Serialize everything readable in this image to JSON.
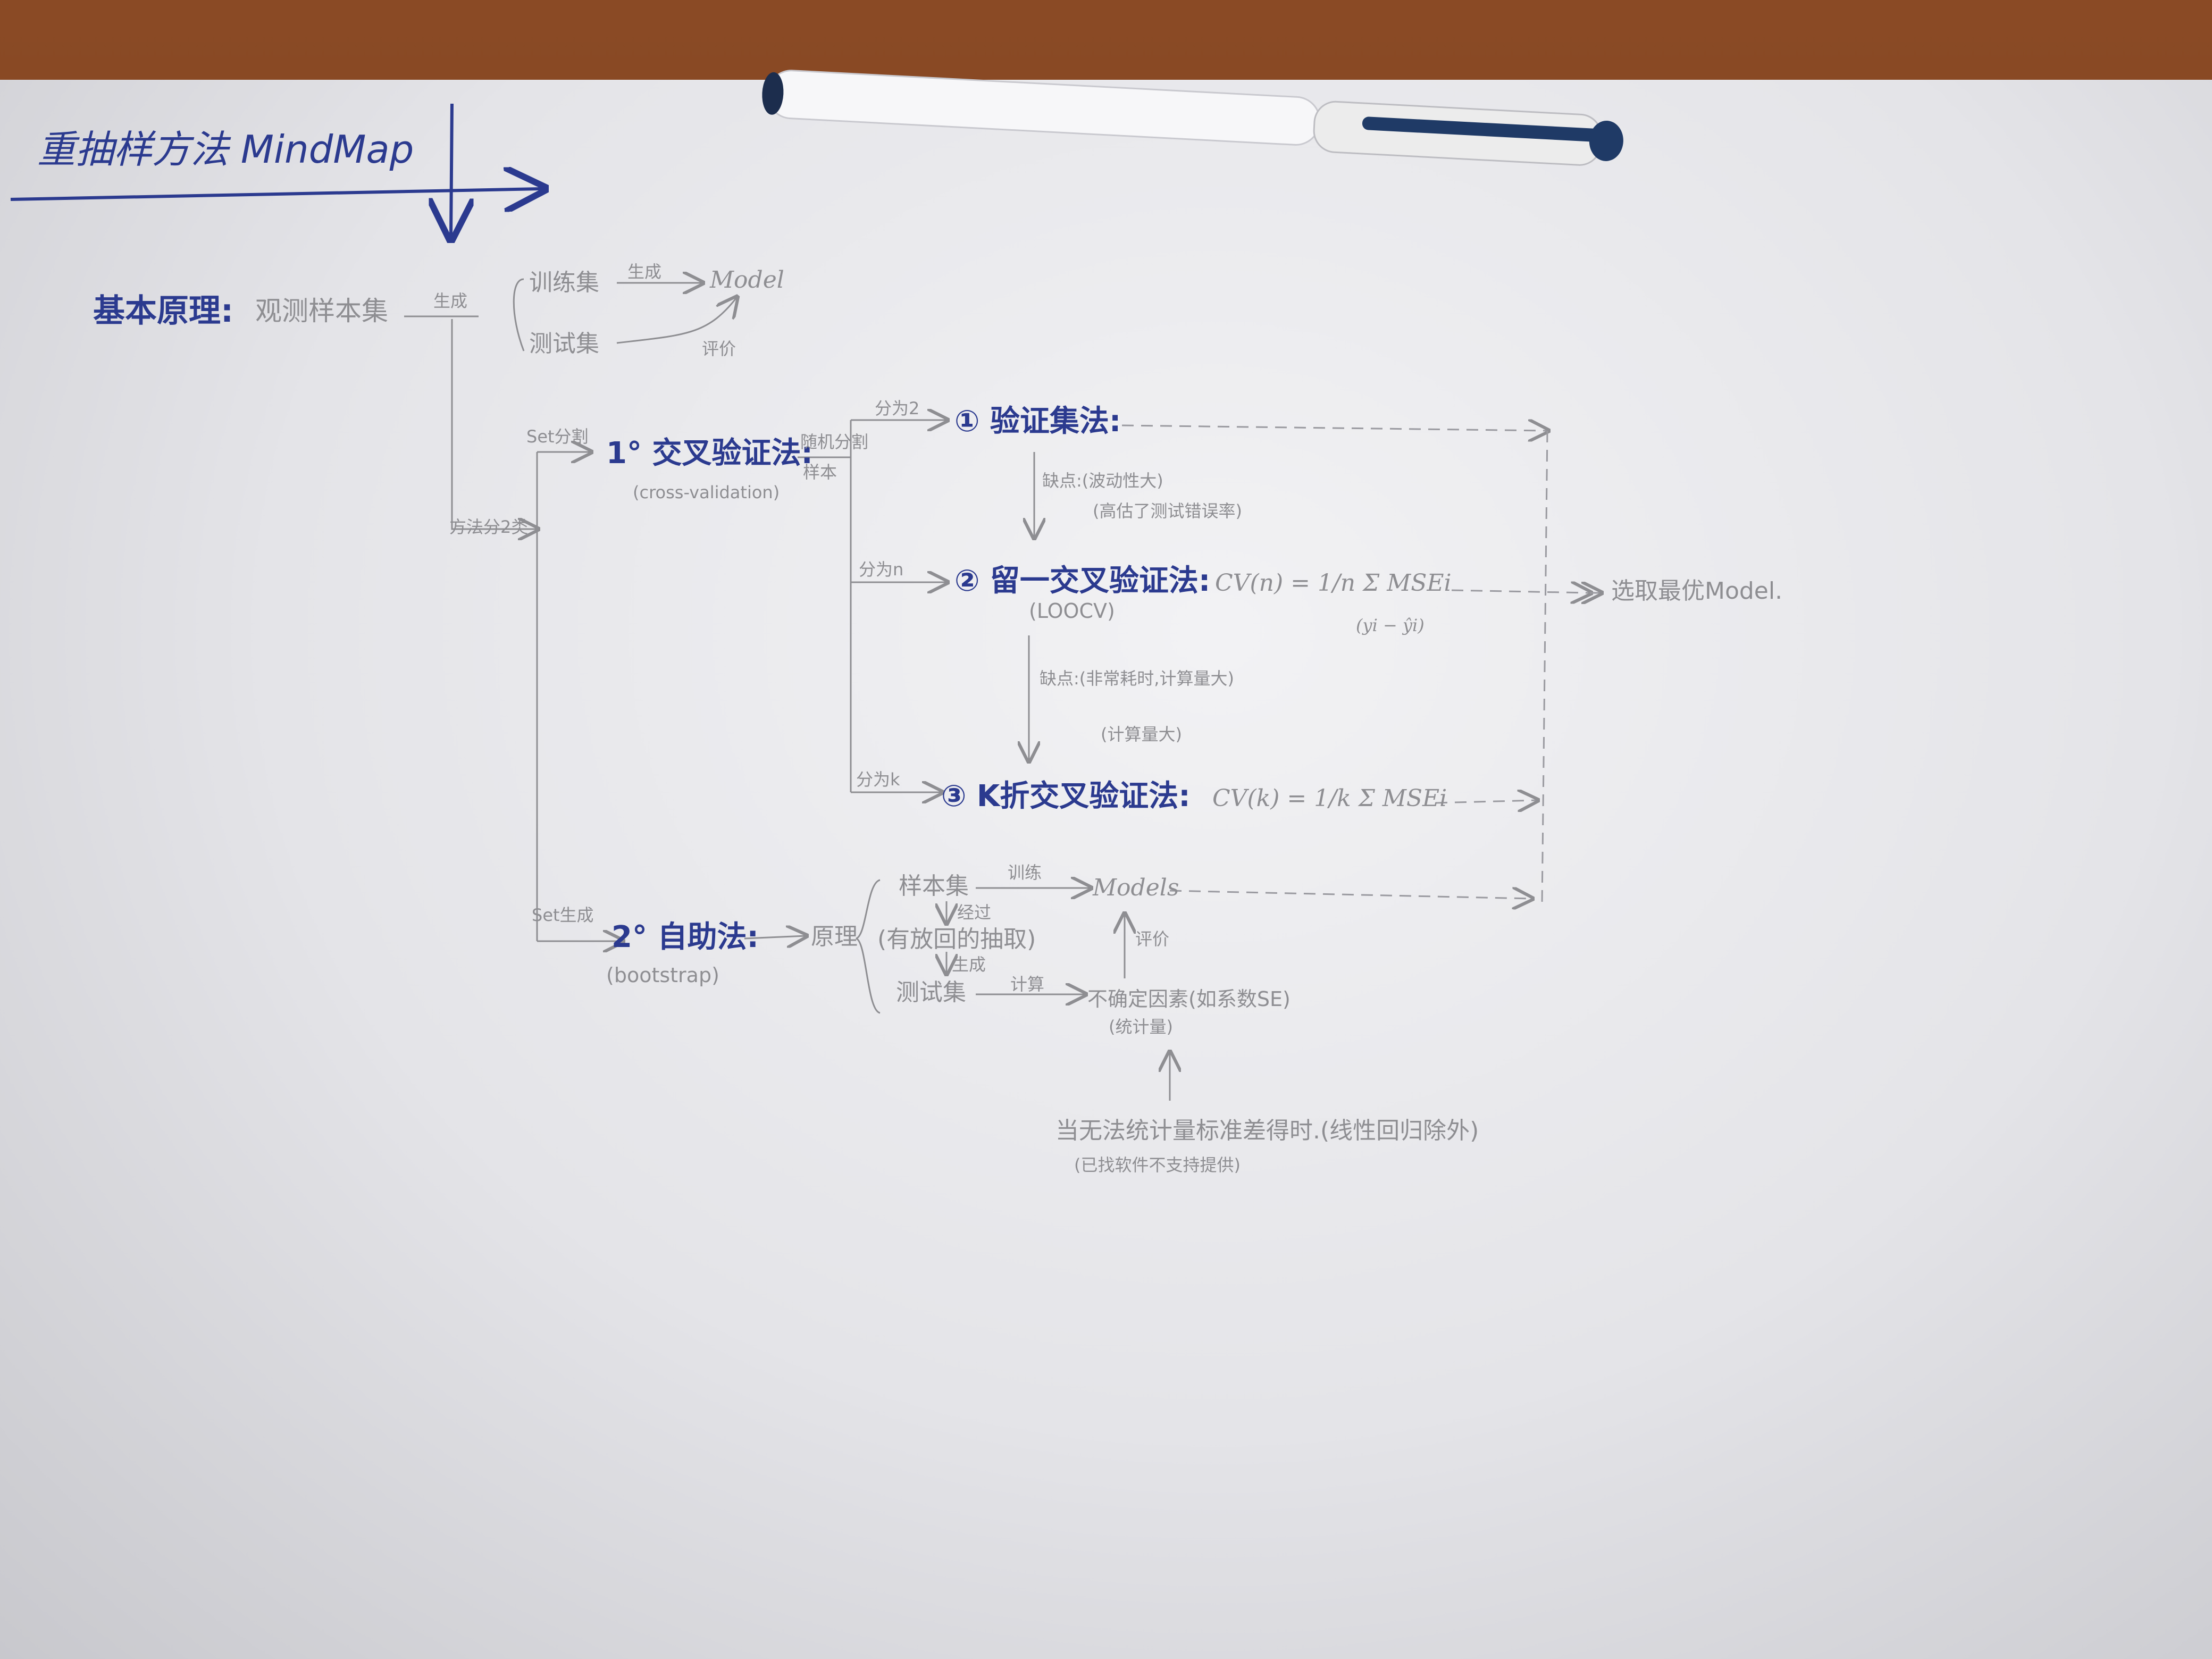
{
  "diagram": {
    "title": "重抽样方法 MindMap",
    "basic": {
      "label": "基本原理:",
      "sample": "观测样本集",
      "generate": "生成",
      "train_set": "训练集",
      "test_set": "测试集",
      "generate2": "生成",
      "model": "Model",
      "evaluate": "评价"
    },
    "methods_two": "方法分2类",
    "set_split": "Set分割",
    "set_generate": "Set生成",
    "cv": {
      "title": "1° 交叉验证法:",
      "subtitle": "(cross-validation)",
      "split_label": "随机分割",
      "split_label2": "样本"
    },
    "validation_set": {
      "label": "① 验证集法:",
      "branch": "分为2",
      "drawback1": "缺点:(波动性大)",
      "drawback2": "(高估了测试错误率)"
    },
    "loocv": {
      "label": "② 留一交叉验证法:",
      "abbr": "(LOOCV)",
      "branch": "分为n",
      "formula": "CV(n) = 1/n Σ MSEi",
      "note": "(yi − ŷi)",
      "drawback1": "缺点:(非常耗时,计算量大)",
      "drawback2": "(计算量大)"
    },
    "kfold": {
      "label": "③ K折交叉验证法:",
      "branch": "分为k",
      "formula": "CV(k) = 1/k Σ MSEi"
    },
    "best_model": "选取最优Model.",
    "bootstrap": {
      "title": "2° 自助法:",
      "subtitle": "(bootstrap)",
      "principle": "原理",
      "sample_set": "样本集",
      "via": "经过",
      "with_replacement": "(有放回的抽取)",
      "generate": "生成",
      "test_set": "测试集",
      "compute": "计算",
      "uncertainty": "不确定因素(如系数SE)",
      "statistic": "(统计量)",
      "train": "训练",
      "models": "Models",
      "evaluate": "评价",
      "note1": "当无法统计量标准差得时.(线性回归除外)",
      "note2": "(已找软件不支持提供)"
    }
  }
}
